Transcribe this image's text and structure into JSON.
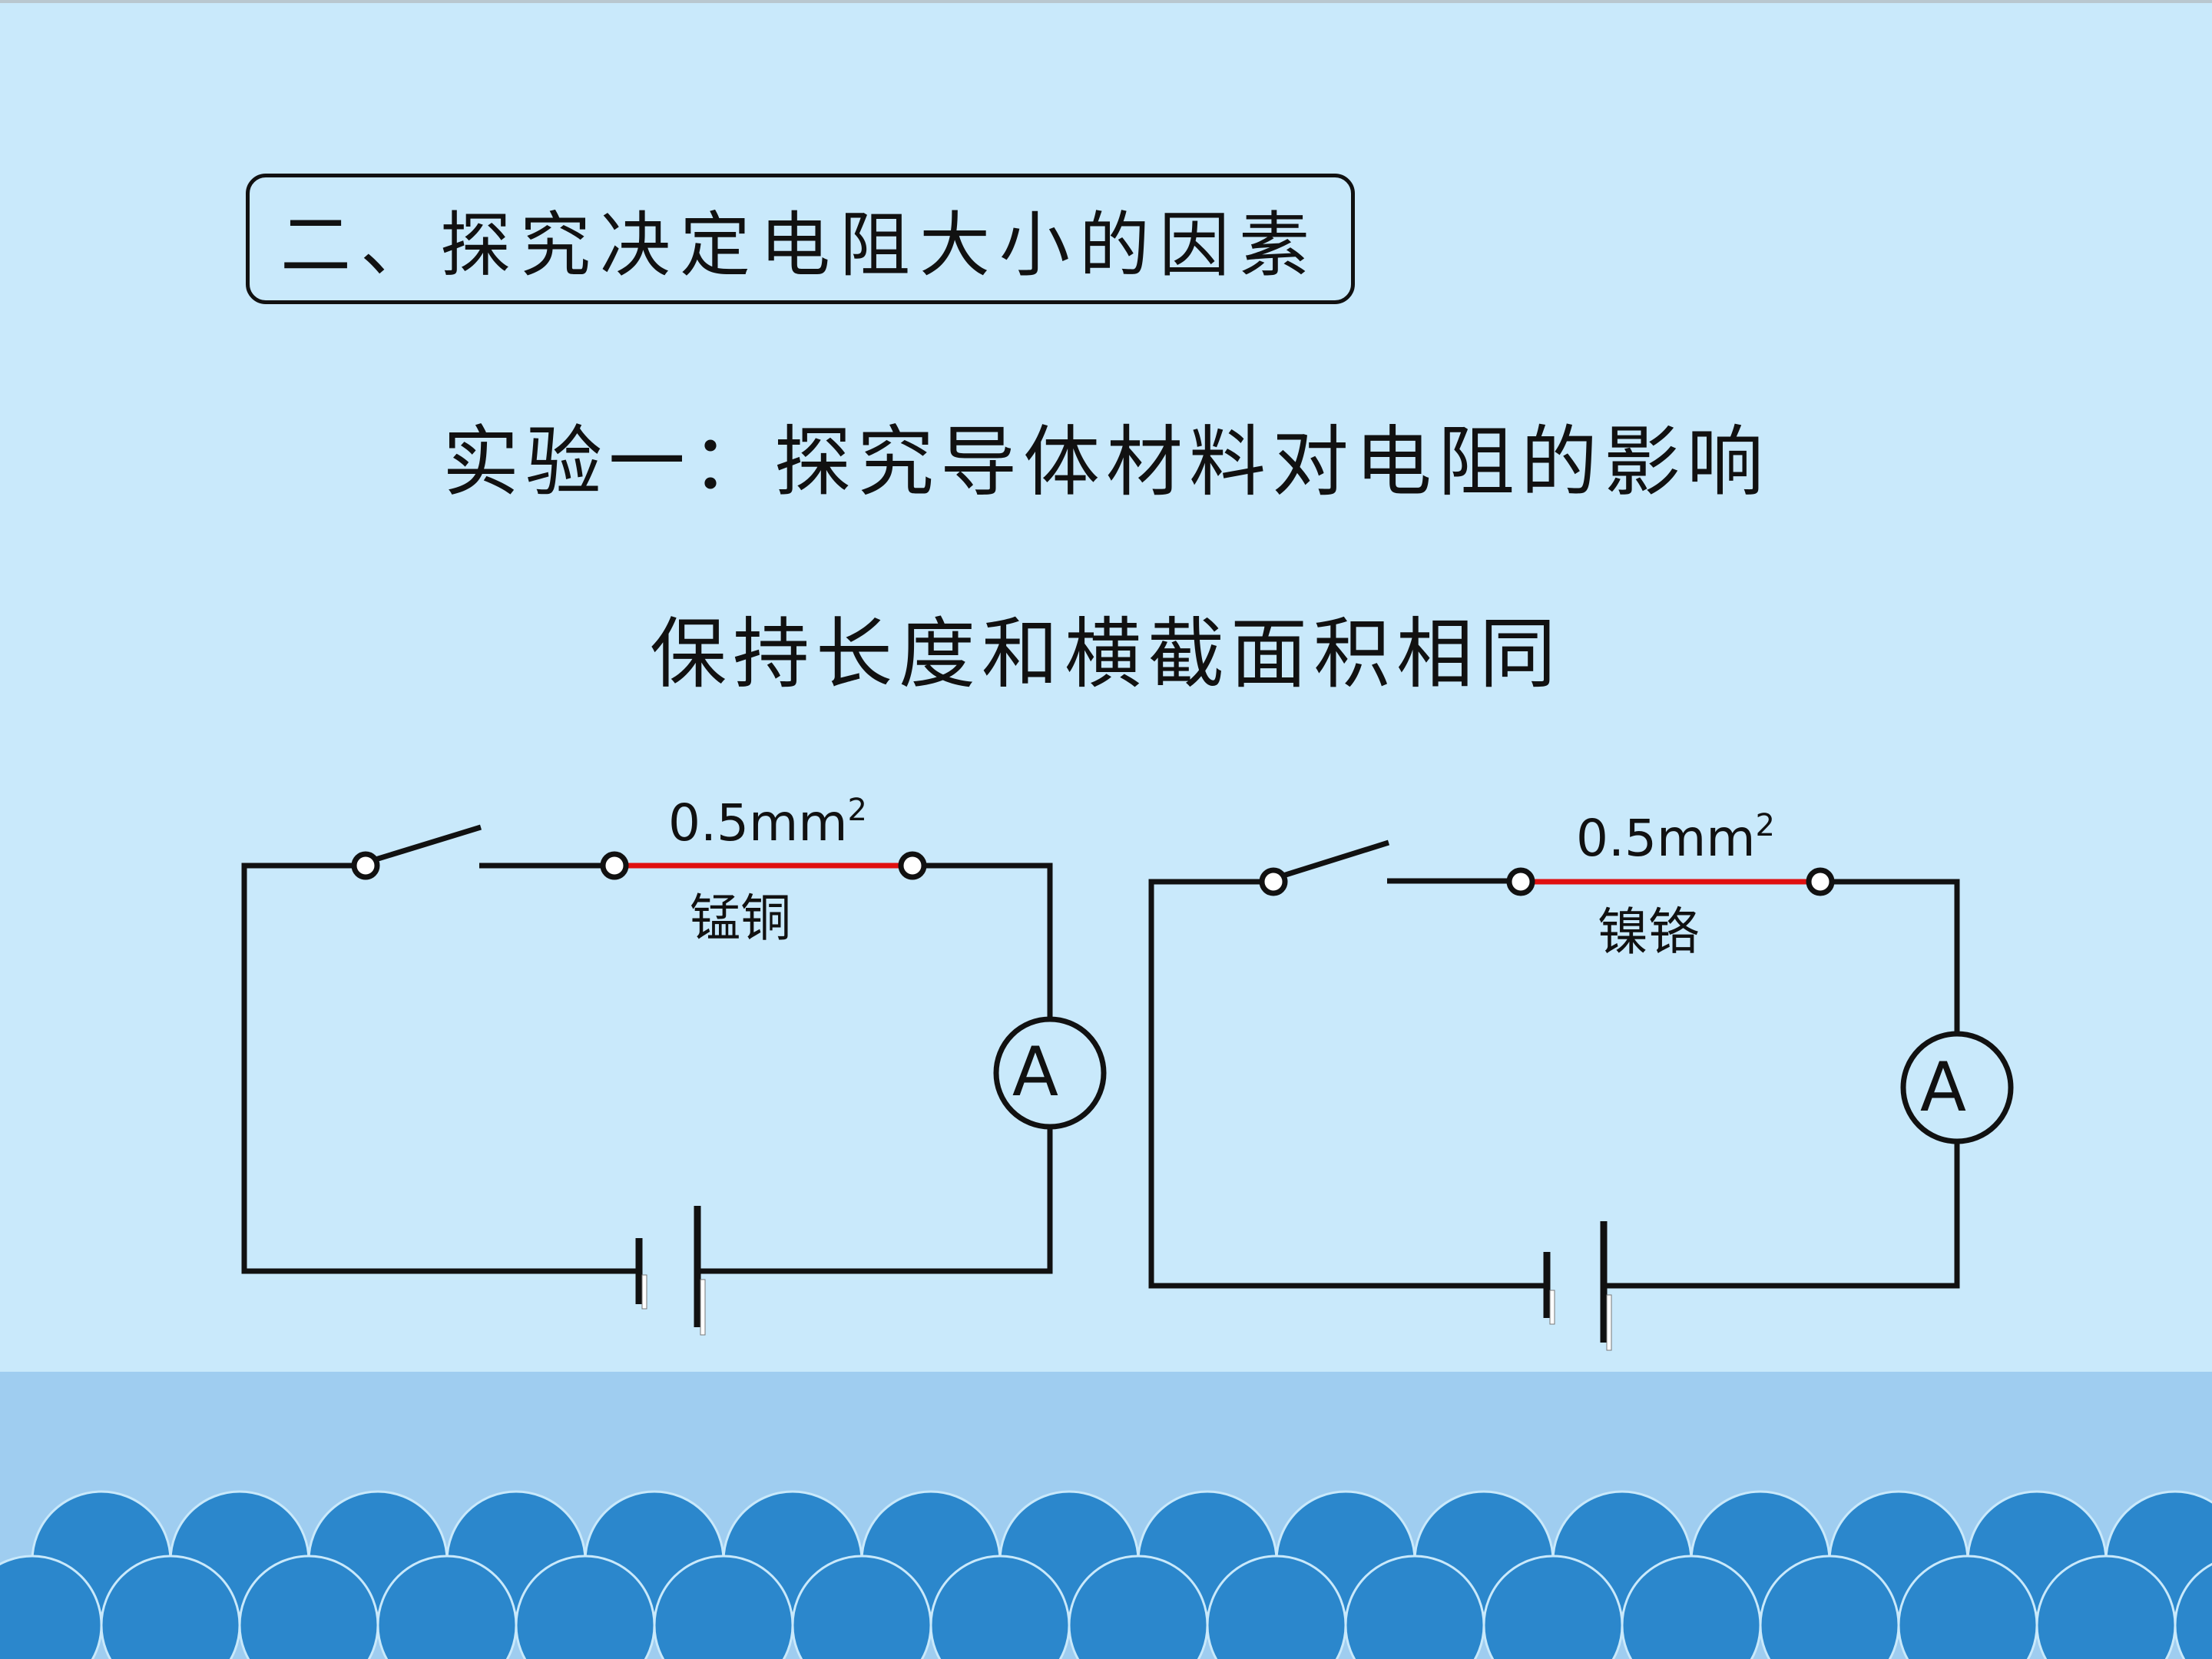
{
  "section_title": "二、探究决定电阻大小的因素",
  "experiment_title": "实验一：探究导体材料对电阻的影响",
  "condition": "保持长度和横截面积相同",
  "circuits": [
    {
      "wire_area": "0.5mm",
      "area_exp": "2",
      "material": "锰铜",
      "meter": "A"
    },
    {
      "wire_area": "0.5mm",
      "area_exp": "2",
      "material": "镍铬",
      "meter": "A"
    }
  ],
  "colors": {
    "background": "#c9e9fb",
    "wire": "#111111",
    "conductor": "#e01010",
    "band": "#9fcdf0",
    "wave": "#2b87cc"
  }
}
